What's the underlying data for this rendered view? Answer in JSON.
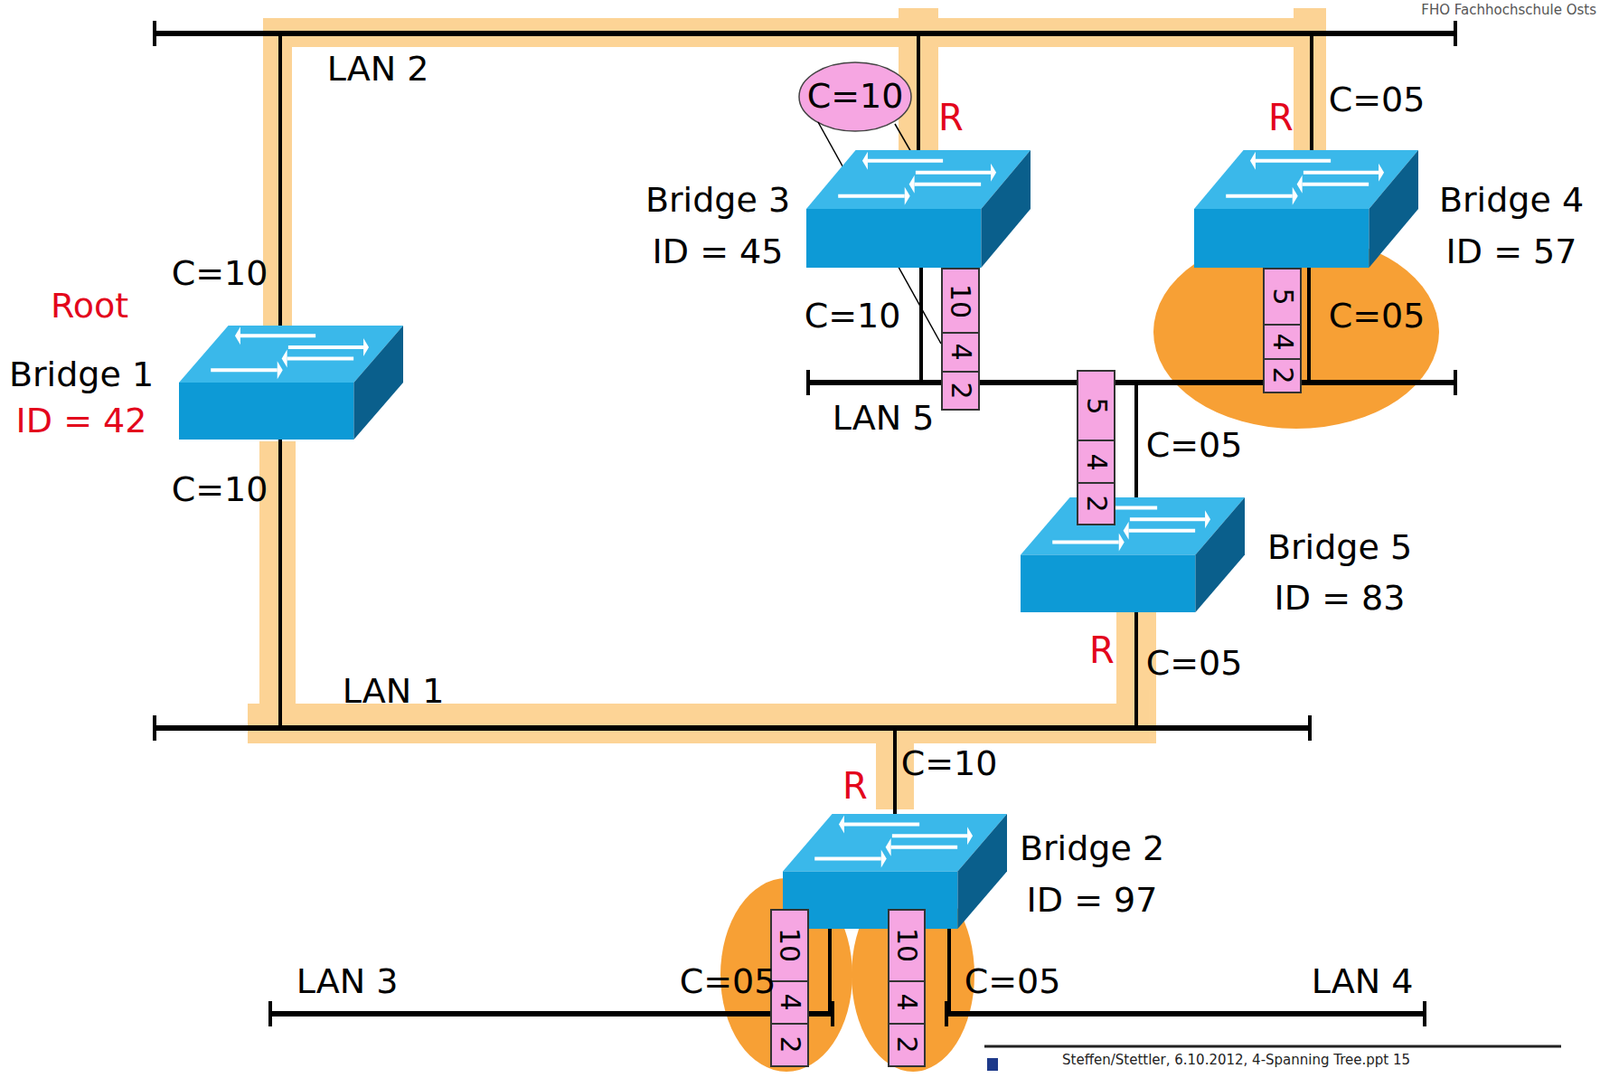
{
  "diagram": {
    "nodes": [
      {
        "text": [
          "LAN 2"
        ]
      },
      {
        "text": [
          "Bridge 3",
          "ID = 45"
        ]
      },
      {
        "text": [
          "Bridge 4",
          "ID = 57"
        ]
      },
      {
        "text": [
          "Root",
          "Bridge 1",
          "ID = 42"
        ]
      },
      {
        "text": [
          "LAN 5"
        ]
      },
      {
        "text": [
          "Bridge 5",
          "ID = 83"
        ]
      },
      {
        "text": [
          "LAN 1"
        ]
      },
      {
        "text": [
          "Bridge 2",
          "ID = 97"
        ]
      },
      {
        "text": [
          "LAN 3"
        ]
      },
      {
        "text": [
          "LAN 4"
        ]
      },
      {
        "text": [
          "10",
          "4",
          "2"
        ]
      },
      {
        "text": [
          "5",
          "4",
          "2"
        ]
      },
      {
        "text": [
          "5",
          "4",
          "2"
        ]
      },
      {
        "text": [
          "10",
          "4",
          "2"
        ]
      },
      {
        "text": [
          "10",
          "4",
          "2"
        ]
      }
    ],
    "edges": [
      {
        "from": 3,
        "to": 0,
        "arrow": "none",
        "label": "C=10"
      },
      {
        "from": 3,
        "to": 6,
        "arrow": "none",
        "label": "C=10"
      },
      {
        "from": 1,
        "to": 0,
        "arrow": "none",
        "label": "C=10"
      },
      {
        "from": 2,
        "to": 0,
        "arrow": "none",
        "label": "C=05"
      },
      {
        "from": 1,
        "to": 4,
        "arrow": "none",
        "label": "C=10"
      },
      {
        "from": 2,
        "to": 4,
        "arrow": "none",
        "label": "C=05"
      },
      {
        "from": 5,
        "to": 4,
        "arrow": "none",
        "label": "C=05"
      },
      {
        "from": 5,
        "to": 6,
        "arrow": "none",
        "label": "C=05"
      },
      {
        "from": 7,
        "to": 6,
        "arrow": "none",
        "label": "C=10"
      },
      {
        "from": 7,
        "to": 8,
        "arrow": "none",
        "label": "C=05"
      },
      {
        "from": 7,
        "to": 9,
        "arrow": "none",
        "label": "C=05"
      }
    ],
    "labels": [
      "FHO Fachhochschule Osts",
      "R",
      "R",
      "R",
      "R",
      "Steffen/Stettler, 6.10.2012, 4-Spanning Tree.ppt 15"
    ]
  }
}
